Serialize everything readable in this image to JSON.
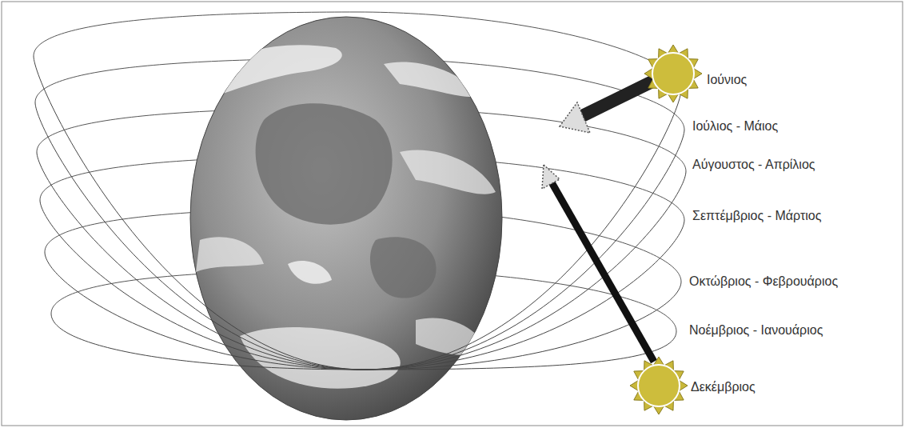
{
  "diagram": {
    "labels": [
      "Ιούνιος",
      "Ιούλιος - Μάιος",
      "Αύγουστος - Απρίλιος",
      "Σεπτέμβριος - Μάρτιος",
      "Οκτώβριος - Φεβρουάριος",
      "Νοέμβριος - Ιανουάριος",
      "Δεκέμβριος"
    ]
  }
}
